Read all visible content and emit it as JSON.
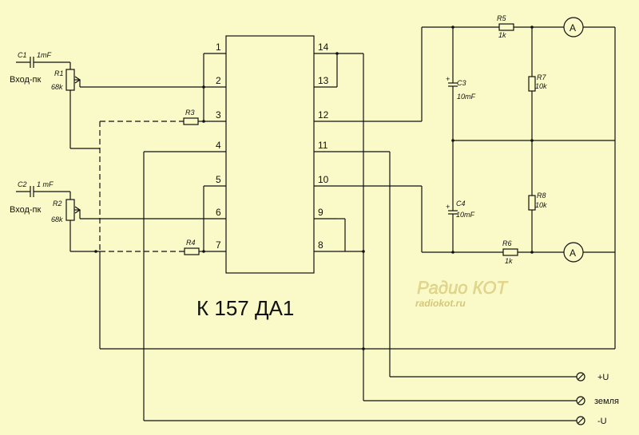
{
  "chip": {
    "name": "К 157 ДА1",
    "left_pins": [
      "1",
      "2",
      "3",
      "4",
      "5",
      "6",
      "7"
    ],
    "right_pins": [
      "14",
      "13",
      "12",
      "11",
      "10",
      "9",
      "8"
    ]
  },
  "inputs": [
    {
      "label": "Вход-пк",
      "cap_ref": "C1",
      "cap_value": "1mF",
      "pot_ref": "R1",
      "pot_value": "68k"
    },
    {
      "label": "Вход-пк",
      "cap_ref": "C2",
      "cap_value": "1 mF",
      "pot_ref": "R2",
      "pot_value": "68k"
    }
  ],
  "resistors": {
    "r3": {
      "ref": "R3"
    },
    "r4": {
      "ref": "R4"
    },
    "r5": {
      "ref": "R5",
      "value": "1k"
    },
    "r6": {
      "ref": "R6",
      "value": "1k"
    },
    "r7": {
      "ref": "R7",
      "value": "10k"
    },
    "r8": {
      "ref": "R8",
      "value": "10k"
    }
  },
  "capacitors": {
    "c3": {
      "ref": "C3",
      "value": "10mF",
      "polarity": "+"
    },
    "c4": {
      "ref": "C4",
      "value": "10mF",
      "polarity": "+"
    }
  },
  "meters": {
    "symbol": "A"
  },
  "power": [
    {
      "label": "+U"
    },
    {
      "label": "земля"
    },
    {
      "label": "-U"
    }
  ],
  "watermark": {
    "title": "Радио КОТ",
    "url": "radiokot.ru"
  },
  "colors": {
    "background": "#fafac8",
    "lines": "#111111",
    "watermark": "#d4c67a"
  }
}
